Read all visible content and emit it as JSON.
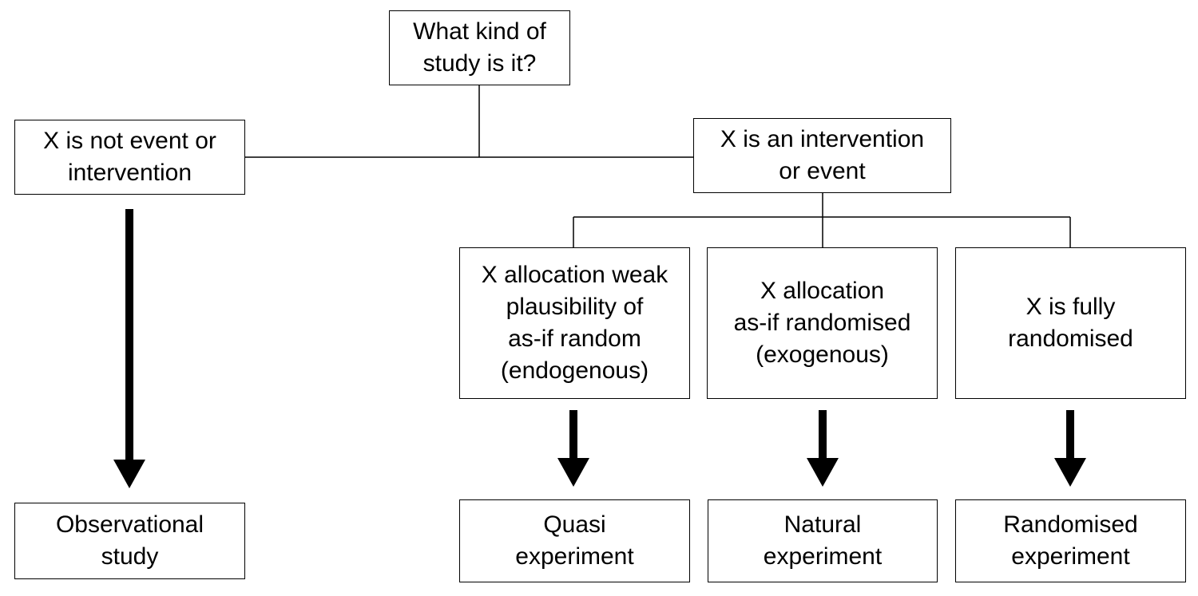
{
  "nodes": {
    "root": "What kind of\nstudy is it?",
    "not_intervention": "X is not event or\nintervention",
    "intervention": "X is an intervention\nor event",
    "weak_plausibility": "X allocation weak\nplausibility of\nas-if random\n(endogenous)",
    "as_if_randomised": "X allocation\nas-if randomised\n(exogenous)",
    "fully_randomised": "X is fully\nrandomised",
    "observational": "Observational\nstudy",
    "quasi": "Quasi\nexperiment",
    "natural": "Natural\nexperiment",
    "randomised": "Randomised\nexperiment"
  },
  "colors": {
    "line": "#000000",
    "background": "#ffffff"
  }
}
